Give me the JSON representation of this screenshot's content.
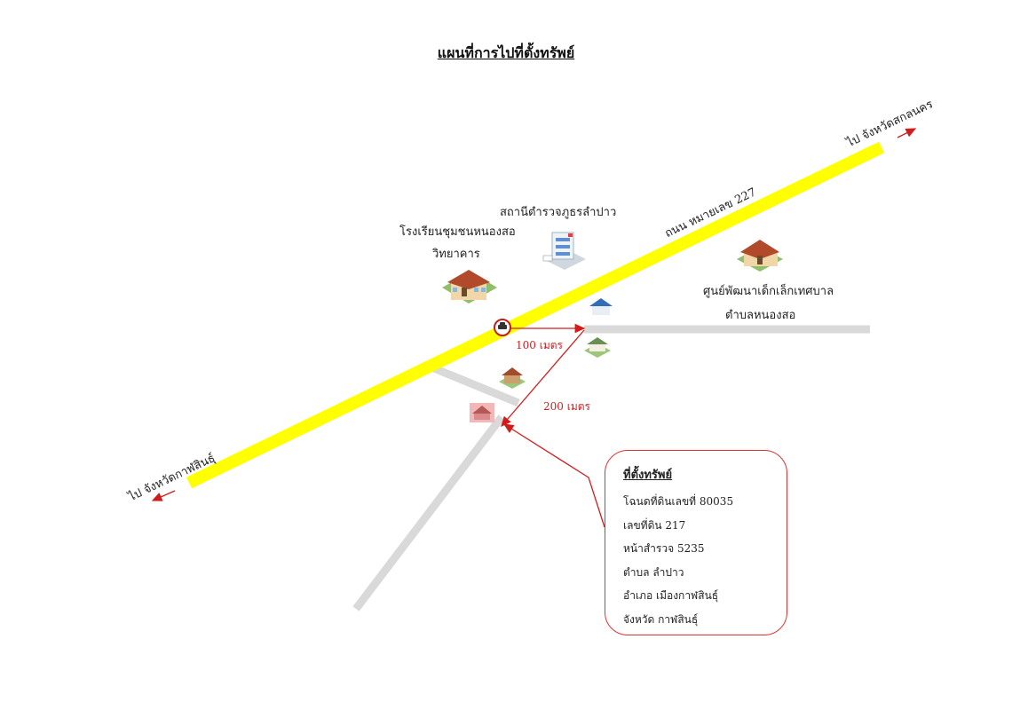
{
  "title": "แผนที่การไปที่ตั้งทรัพย์",
  "labels": {
    "to_sakon": "ไป จังหวัดสกลนคร",
    "to_kalasin": "ไป จังหวัดกาฬสินธุ์",
    "road": "ถนน หมายเลข 227",
    "police": "สถานีตำรวจภูธรลำปาว",
    "school_1": "โรงเรียนชุมชนหนองสอ",
    "school_2": "วิทยาคาร",
    "childcare_1": "ศูนย์พัฒนาเด็กเล็กเทศบาล",
    "childcare_2": "ตำบลหนองสอ",
    "dist_100": "100 เมตร",
    "dist_200": "200 เมตร"
  },
  "info": {
    "header": "ที่ตั้งทรัพย์",
    "lines": [
      "โฉนดที่ดินเลขที่ 80035",
      "เลขที่ดิน 217",
      "หน้าสำรวจ 5235",
      "ตำบล ลำปาว",
      "อำเภอ เมืองกาฬสินธุ์",
      "จังหวัด กาฬสินธุ์"
    ]
  },
  "colors": {
    "highway": "#ffff00",
    "side_road": "#d9d9d9",
    "route_arrow": "#d21c1c"
  },
  "icons": [
    "car-icon",
    "school-building-icon",
    "police-station-icon",
    "childcare-building-icon",
    "house-icon",
    "property-house-icon"
  ]
}
